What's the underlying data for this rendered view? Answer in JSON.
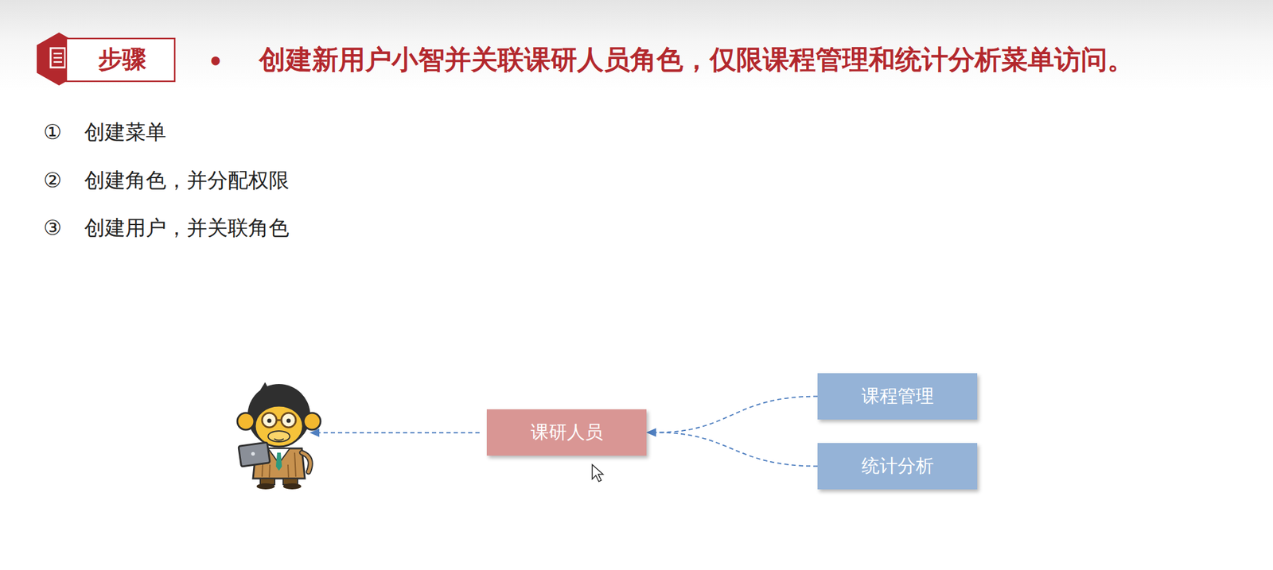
{
  "diagram": {
    "title": "创建新用户小智并关联课研人员角色，仅限课程管理和统计分析菜单访问。",
    "nodes": [
      {
        "text": [
          "课研人员"
        ]
      },
      {
        "text": [
          "课程管理"
        ]
      },
      {
        "text": [
          "统计分析"
        ]
      }
    ],
    "edges": [
      {
        "from": 1,
        "to": 0,
        "arrow": "to"
      },
      {
        "from": 2,
        "to": 0,
        "arrow": "to"
      }
    ],
    "labels": [
      "步骤",
      "•",
      "①",
      "创建菜单",
      "②",
      "创建角色，并分配权限",
      "③",
      "创建用户，并关联角色"
    ]
  }
}
